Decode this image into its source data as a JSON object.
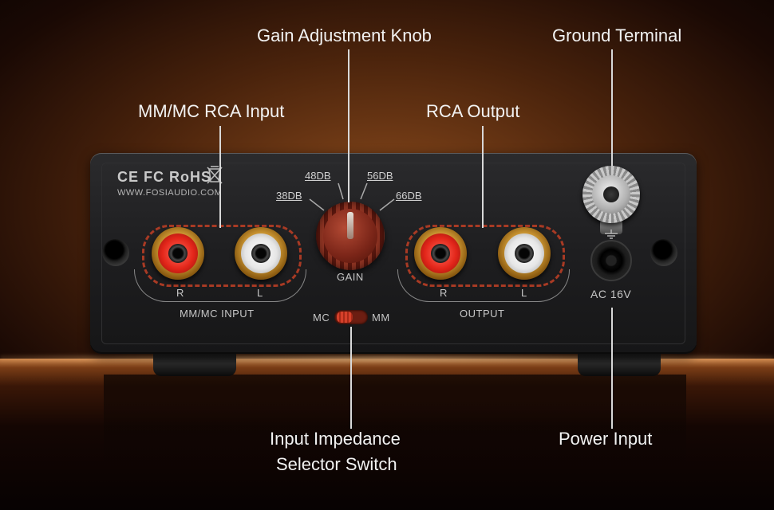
{
  "callouts": {
    "gain_knob": "Gain Adjustment Knob",
    "ground_terminal": "Ground Terminal",
    "rca_input": "MM/MC RCA Input",
    "rca_output": "RCA Output",
    "impedance_line1": "Input Impedance",
    "impedance_line2": "Selector Switch",
    "power_input": "Power Input"
  },
  "panel": {
    "certifications": "CE FC RoHS",
    "website": "WWW.FOSIAUDIO.COM",
    "gain_label": "GAIN",
    "gain_marks": [
      "38DB",
      "48DB",
      "56DB",
      "66DB"
    ],
    "input_r": "R",
    "input_l": "L",
    "input_label": "MM/MC INPUT",
    "output_r": "R",
    "output_l": "L",
    "output_label": "OUTPUT",
    "switch_left": "MC",
    "switch_right": "MM",
    "power_label": "AC 16V"
  },
  "colors": {
    "background": "#4a230c",
    "panel": "#1e1e20",
    "knob": "#7a2518",
    "red_jack": "#e3261a",
    "dashed_outline": "#a83a24"
  },
  "icons": [
    "weee-bin-icon",
    "ground-symbol-icon"
  ]
}
